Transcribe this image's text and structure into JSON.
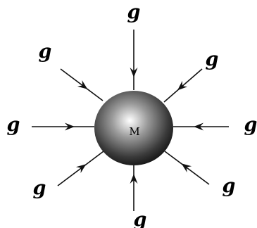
{
  "mass": {
    "label": "M",
    "gradient_colors": [
      "#ffffff",
      "#9a9a9a",
      "#3a3a3a",
      "#0d0d0d"
    ]
  },
  "field": {
    "label": "g",
    "directions": [
      "north",
      "north-east",
      "east",
      "south-east",
      "south",
      "south-west",
      "west",
      "north-west"
    ],
    "arrow_direction": "inward"
  }
}
